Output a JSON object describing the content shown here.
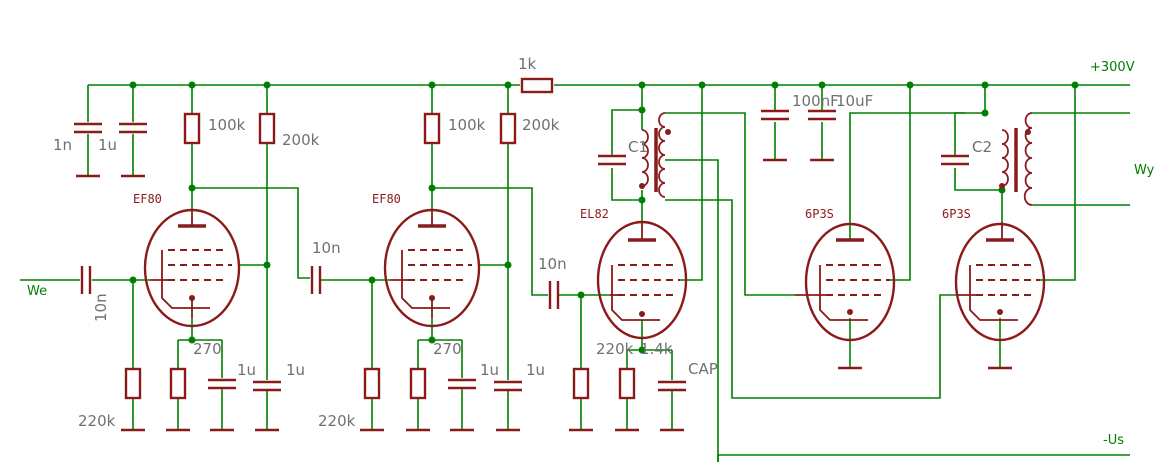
{
  "nets": {
    "supply": "+300V",
    "input": "We",
    "output": "Wy",
    "negative": "-Us"
  },
  "tubes": {
    "v1": "EF80",
    "v2": "EF80",
    "v3": "EL82",
    "v4": "6P3S",
    "v5": "6P3S"
  },
  "labels": {
    "c_1n": "1n",
    "c_1u_a": "1u",
    "r_100k_1": "100k",
    "r_200k_1": "200k",
    "c_10n_in": "10n",
    "r_220k_1": "220k",
    "r_270_1": "270",
    "c_1u_k1": "1u",
    "c_1u_s1": "1u",
    "c_10n_2": "10n",
    "r_100k_2": "100k",
    "r_200k_2": "200k",
    "r_220k_2": "220k",
    "r_270_2": "270",
    "c_1u_k2": "1u",
    "c_1u_s2": "1u",
    "r_1k": "1k",
    "c_10n_3": "10n",
    "r_220k_3": "220k",
    "r_1_4k": "1.4k",
    "cap": "CAP",
    "c_100n": "100nF",
    "c_10uf": "10uF",
    "t1": "C1",
    "t2": "C2"
  }
}
